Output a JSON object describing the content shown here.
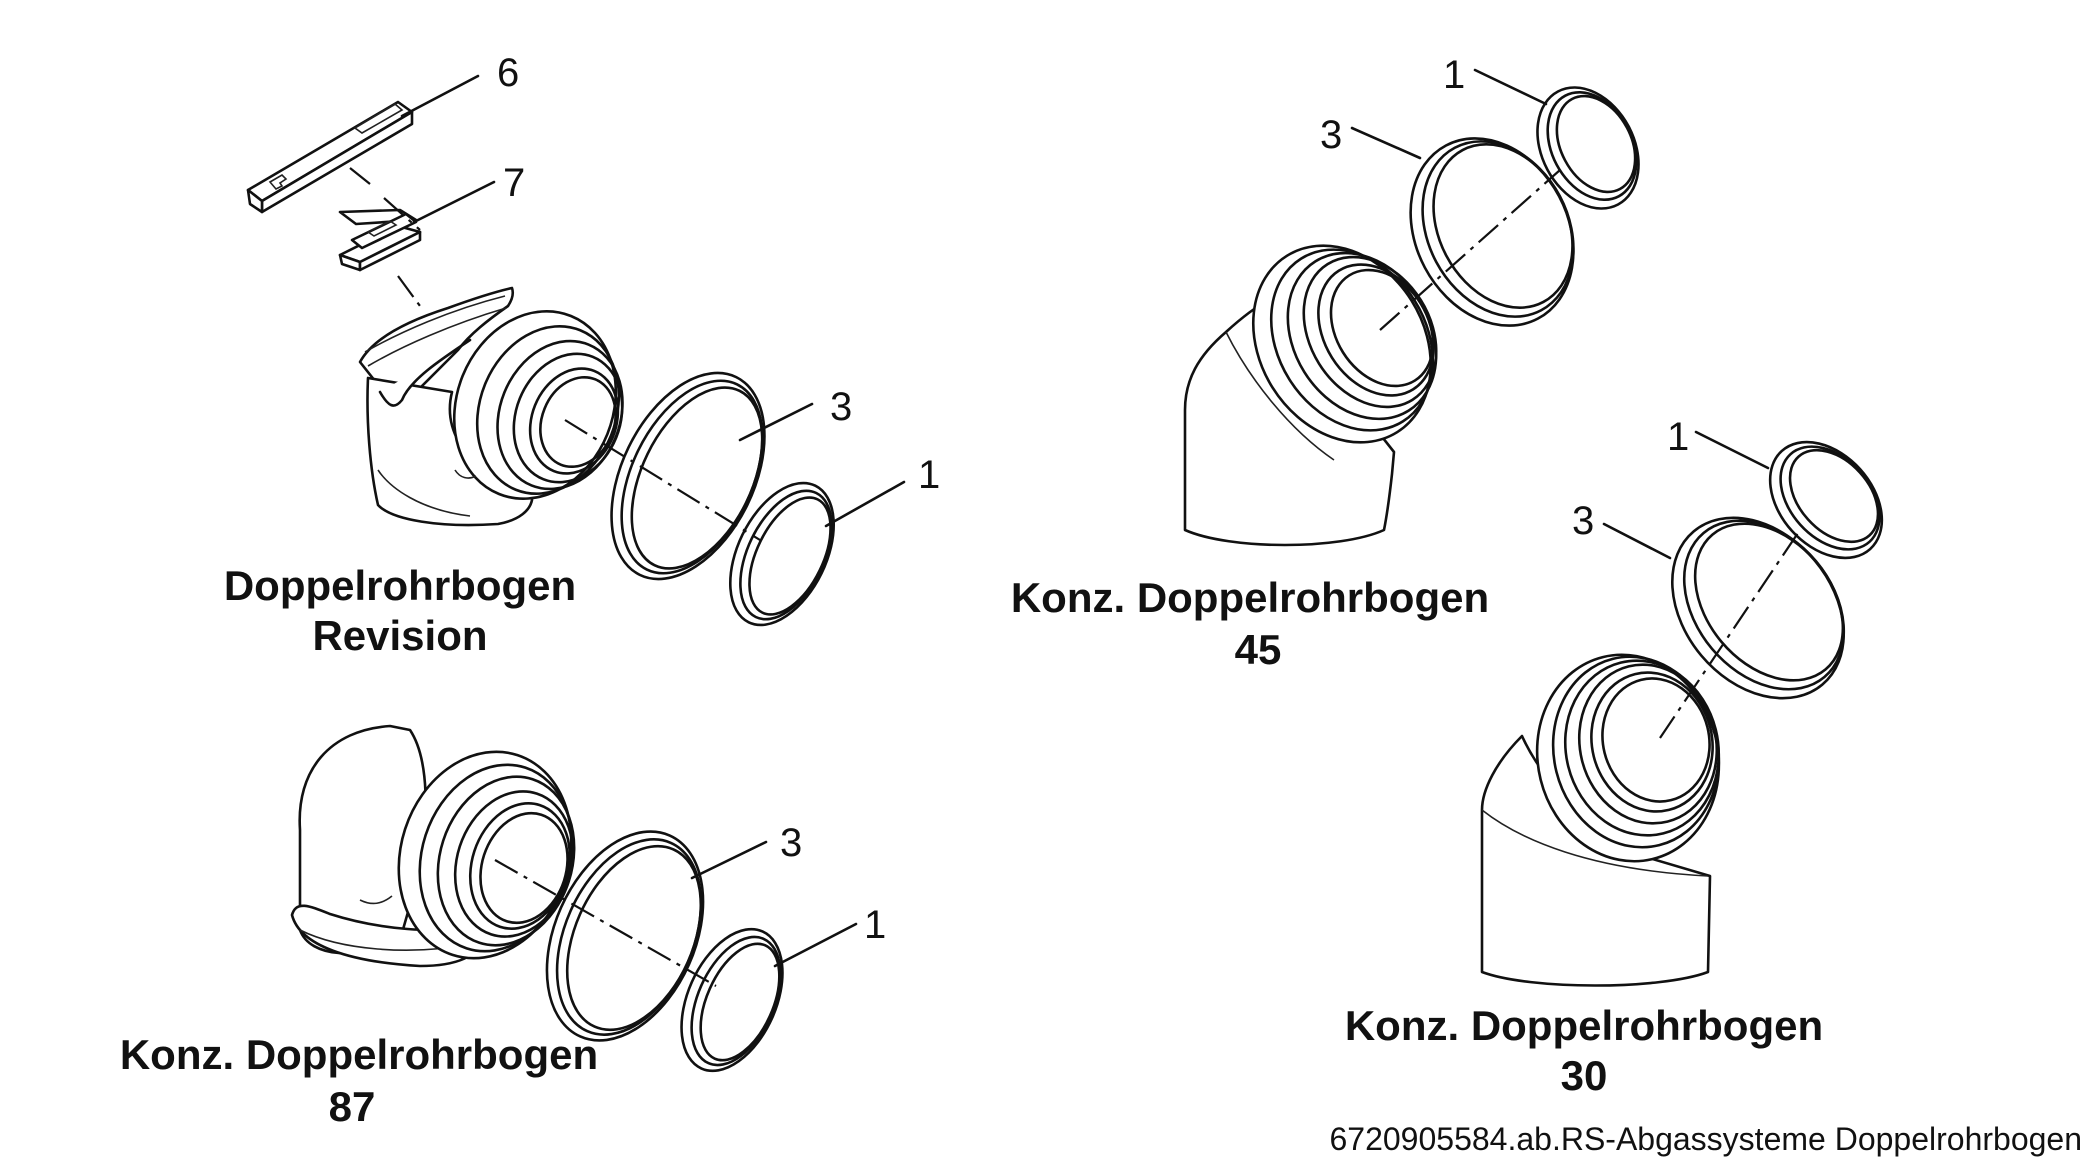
{
  "assemblies": {
    "revision": {
      "title_line1": "Doppelrohrbogen",
      "title_line2": "Revision",
      "callouts": [
        "6",
        "7",
        "3",
        "1"
      ]
    },
    "elbow87": {
      "title_line1": "Konz. Doppelrohrbogen",
      "title_line2": "87",
      "callouts": [
        "3",
        "1"
      ]
    },
    "elbow45": {
      "title_line1": "Konz. Doppelrohrbogen",
      "title_line2": "45",
      "callouts": [
        "1",
        "3"
      ]
    },
    "elbow30": {
      "title_line1": "Konz. Doppelrohrbogen",
      "title_line2": "30",
      "callouts": [
        "1",
        "3"
      ]
    }
  },
  "reference": "6720905584.ab.RS-Abgassysteme Doppelrohrbogen"
}
